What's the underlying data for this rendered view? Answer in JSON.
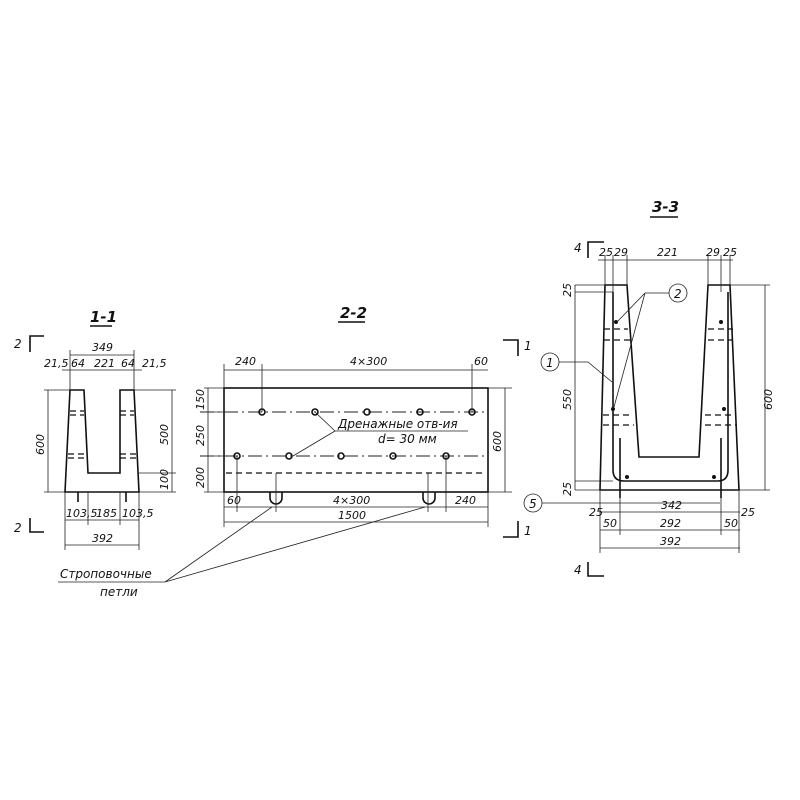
{
  "section_1": {
    "title": "1-1",
    "marker": "2",
    "dims": {
      "total_top": "349",
      "edge_l": "21,5",
      "wall_l": "64",
      "inner": "221",
      "wall_r": "64",
      "edge_r": "21,5",
      "height": "600",
      "inner_h": "500",
      "floor": "100",
      "base_l": "103,5",
      "base_mid": "185",
      "base_r": "103,5",
      "base": "392"
    }
  },
  "section_2": {
    "title": "2-2",
    "marker": "1",
    "dims": {
      "top_l": "240",
      "top_mid": "4×300",
      "top_r": "60",
      "v1": "150",
      "v2": "250",
      "v3": "200",
      "height": "600",
      "bot_l": "60",
      "bot_mid": "4×300",
      "bot_r": "240",
      "length": "1500"
    },
    "drain_label": "Дренажные отв-ия",
    "drain_diam": "d= 30 мм",
    "lift_label_1": "Строповочные",
    "lift_label_2": "петли"
  },
  "section_3": {
    "title": "3-3",
    "marker": "4",
    "dims": {
      "t1": "25",
      "t2": "29",
      "t3": "221",
      "t4": "29",
      "t5": "25",
      "l1": "25",
      "l2": "550",
      "l3": "25",
      "height": "600",
      "b1": "25",
      "b2": "342",
      "b3": "25",
      "c1": "50",
      "c2": "292",
      "c3": "50",
      "base": "392"
    },
    "callouts": [
      "1",
      "2",
      "5"
    ]
  }
}
